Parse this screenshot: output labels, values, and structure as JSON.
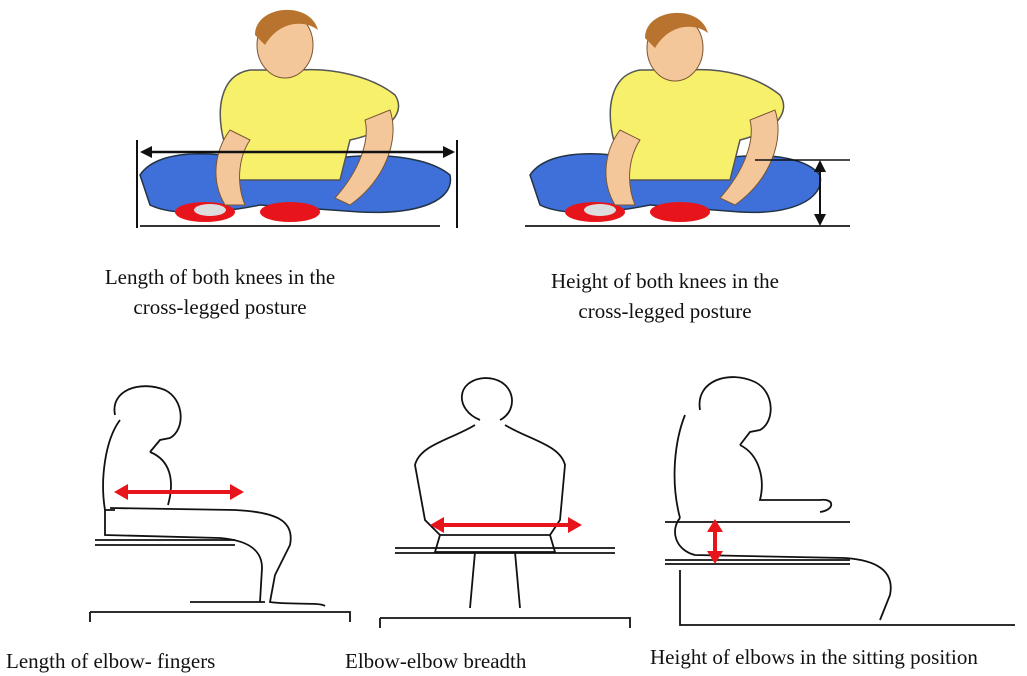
{
  "colors": {
    "shirt": "#f7f06a",
    "pants": "#3f6fd8",
    "skin": "#f4c79a",
    "hair": "#b8742e",
    "arrow_red": "#e8141b",
    "arrow_black": "#111111"
  },
  "panels": [
    {
      "id": "knee-length",
      "caption_lines": [
        "Length of both knees in the",
        "cross-legged posture"
      ]
    },
    {
      "id": "knee-height",
      "caption_lines": [
        "Height of both knees in the",
        "cross-legged posture"
      ]
    },
    {
      "id": "elbow-fingers",
      "caption_lines": [
        "Length of elbow- fingers"
      ]
    },
    {
      "id": "elbow-breadth",
      "caption_lines": [
        "Elbow-elbow breadth"
      ]
    },
    {
      "id": "elbow-height",
      "caption_lines": [
        "Height of elbows in the sitting position"
      ]
    }
  ]
}
